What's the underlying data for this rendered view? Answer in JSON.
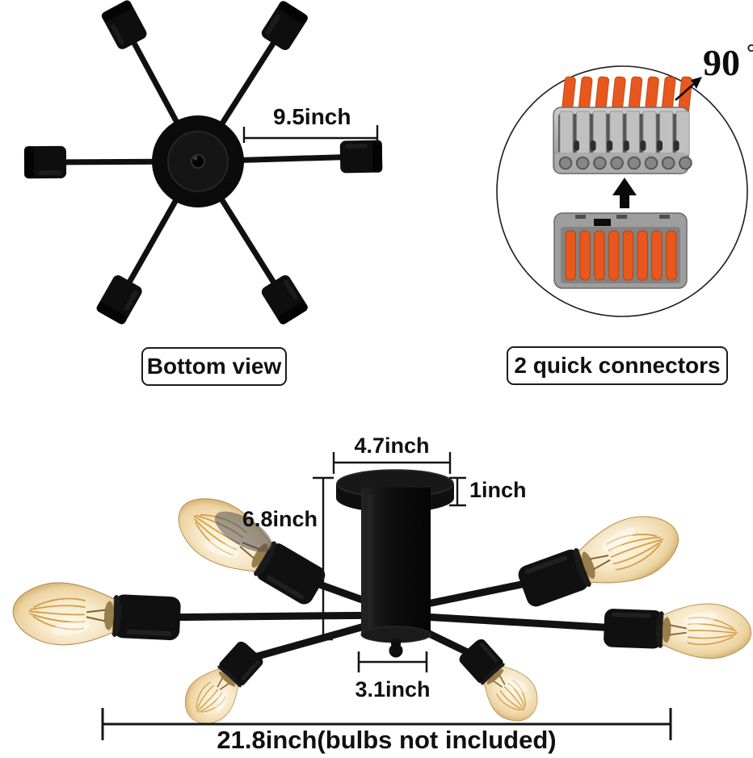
{
  "top_left_view": {
    "caption": "Bottom view",
    "diameter_label": "9.5inch",
    "arm_count": 6
  },
  "top_right_view": {
    "caption": "2 quick connectors",
    "angle_label": "90",
    "degree_symbol": "°",
    "connector_count": 2,
    "ports_per_connector": 8
  },
  "bottom_view": {
    "canopy_width_label": "4.7inch",
    "canopy_height_label": "1inch",
    "fixture_height_label": "6.8inch",
    "base_width_label": "3.1inch",
    "total_width_label": "21.8inch(bulbs not included)",
    "bulb_count": 6
  },
  "colors": {
    "fixture_black": "#121212",
    "connector_orange": "#e8571d",
    "connector_gray": "#9e9e9e",
    "bulb_glass_center": "#fdf7e6",
    "bulb_glass_edge": "#c9a05c",
    "filament": "#d29a3e",
    "line": "#141414",
    "text": "#101010"
  }
}
